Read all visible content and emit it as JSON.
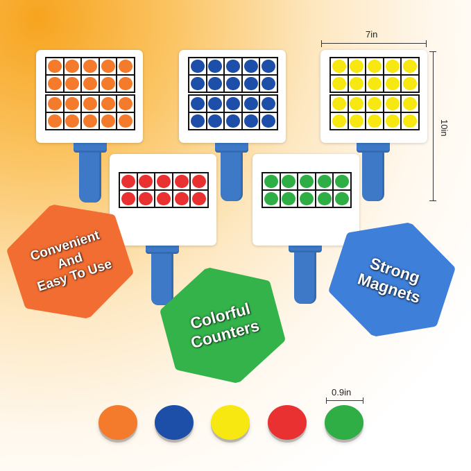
{
  "colors": {
    "orange": "#f47a2c",
    "blue": "#1d4ea8",
    "yellow": "#f7e811",
    "red": "#ea3131",
    "green": "#2fae45",
    "handle": "#3d79c6"
  },
  "paddles": [
    {
      "name": "orange-paddle",
      "color": "orange",
      "rows": 4
    },
    {
      "name": "blue-paddle",
      "color": "blue",
      "rows": 4
    },
    {
      "name": "yellow-paddle",
      "color": "yellow",
      "rows": 4
    },
    {
      "name": "red-paddle",
      "color": "red",
      "rows": 2
    },
    {
      "name": "green-paddle",
      "color": "green",
      "rows": 2
    }
  ],
  "dimensions": {
    "width_label": "7in",
    "height_label": "10in",
    "chip_label": "0.9in"
  },
  "badges": {
    "convenient": {
      "line1": "Convenient",
      "line2": "And",
      "line3": "Easy To Use",
      "color": "#f26d31"
    },
    "colorful": {
      "line1": "Colorful",
      "line2": "Counters",
      "color": "#33b34a"
    },
    "magnets": {
      "line1": "Strong",
      "line2": "Magnets",
      "color": "#3d7fd9"
    }
  },
  "chips": [
    "orange",
    "blue",
    "yellow",
    "red",
    "green"
  ]
}
